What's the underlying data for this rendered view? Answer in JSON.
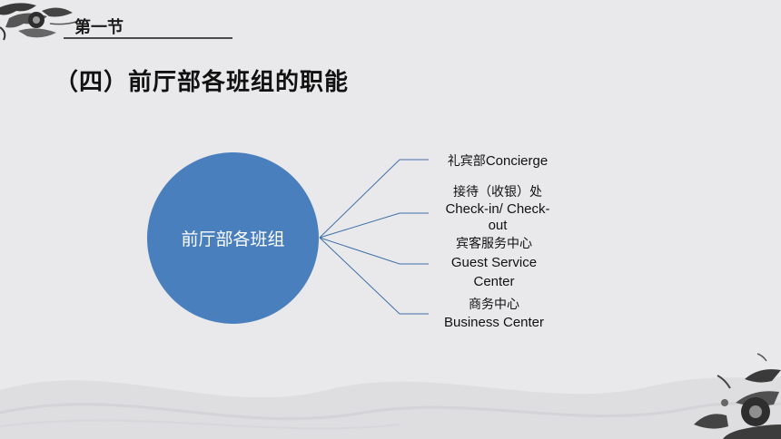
{
  "header": {
    "section_label": "第一节"
  },
  "page": {
    "title": "（四）前厅部各班组的职能"
  },
  "diagram": {
    "center_label": "前厅部各班组",
    "center_color": "#4a7fbd",
    "line_color": "#3f6fa8",
    "items": [
      {
        "zh": "礼宾部",
        "en": "Concierge"
      },
      {
        "zh": "接待（收银）处",
        "en": "Check-in/ Check-out"
      },
      {
        "zh": "宾客服务中心",
        "en": "Guest Service Center"
      },
      {
        "zh": "商务中心",
        "en": "Business Center"
      }
    ]
  },
  "decorations": {
    "corner_top_left": "flower-ornament-icon",
    "corner_bottom_right": "flower-ornament-icon"
  }
}
